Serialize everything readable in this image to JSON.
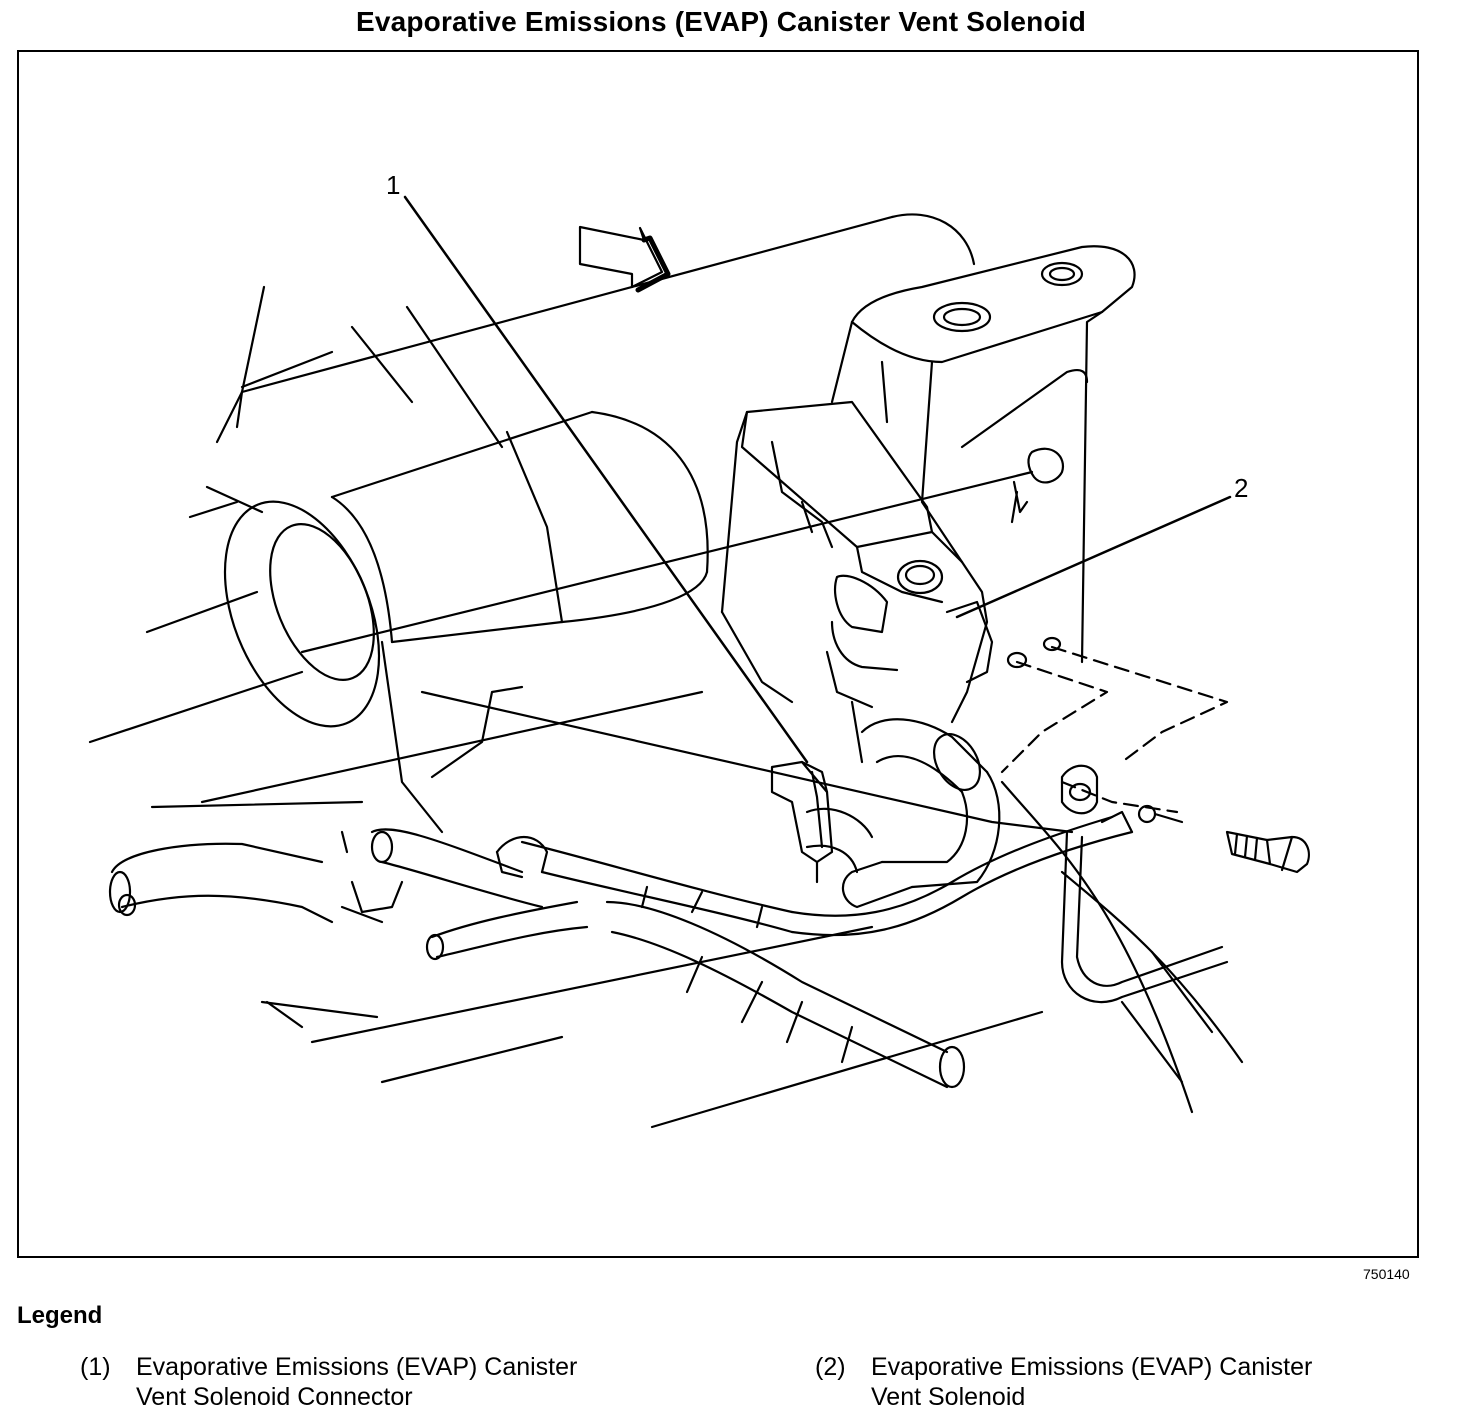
{
  "title": "Evaporative Emissions (EVAP) Canister Vent Solenoid",
  "figure_number": "750140",
  "callouts": [
    "1",
    "2"
  ],
  "legend": {
    "heading": "Legend",
    "items": [
      {
        "num": "(1)",
        "line1": "Evaporative Emissions (EVAP) Canister",
        "line2": "Vent Solenoid Connector"
      },
      {
        "num": "(2)",
        "line1": "Evaporative Emissions (EVAP) Canister",
        "line2": "Vent Solenoid"
      }
    ]
  }
}
